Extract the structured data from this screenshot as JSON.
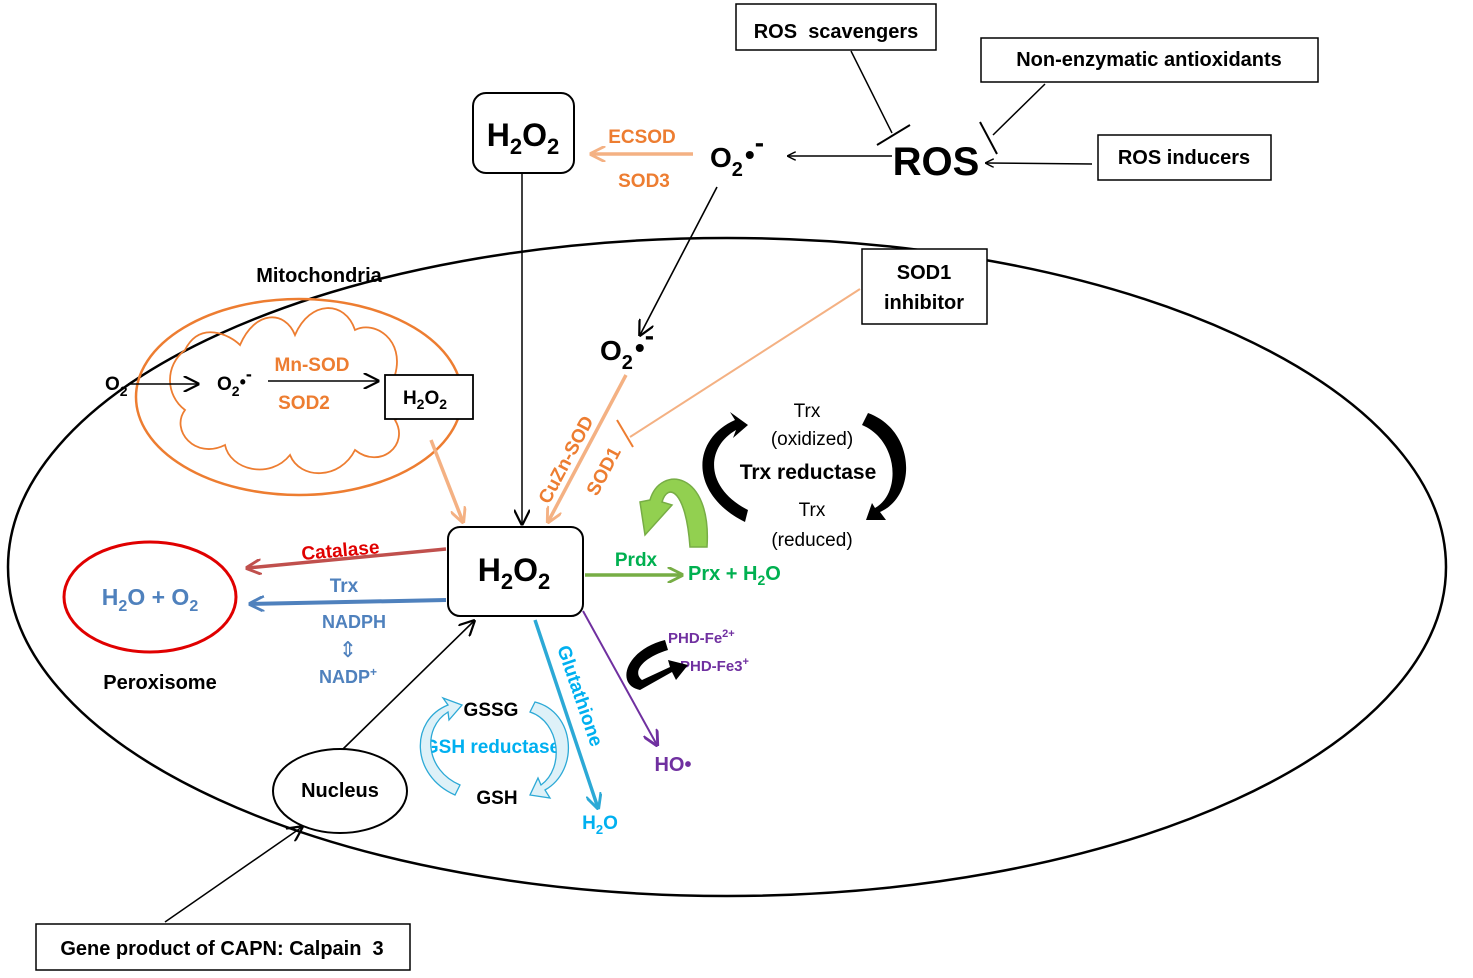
{
  "colors": {
    "black": "#000000",
    "orange": "#ED7D31",
    "orange_light": "#F4B183",
    "catalase_red": "#C0504D",
    "peroxisome_red": "#E00000",
    "blue": "#4F81BD",
    "green": "#00B050",
    "green_arrow": "#77AD45",
    "green_curve": "#92D050",
    "purple": "#7030A0",
    "cyan": "#00B0F0",
    "cyan_light": "#9BD7EC"
  },
  "labels": {
    "ros_scavengers": "ROS  scavengers",
    "non_enzymatic": "Non-enzymatic antioxidants",
    "ros_inducers": "ROS inducers",
    "ros": "ROS",
    "superoxide_main": "O",
    "superoxide_sub": "2",
    "superoxide_radical": "•",
    "superoxide_charge": "-",
    "h2o2_h": "H",
    "h2o2_2a": "2",
    "h2o2_o": "O",
    "h2o2_2b": "2",
    "ecsod": "ECSOD",
    "sod3": "SOD3",
    "sod1_inhibitor_line1": "SOD1",
    "sod1_inhibitor_line2": "inhibitor",
    "mitochondria": "Mitochondria",
    "mn_sod": "Mn-SOD",
    "sod2": "SOD2",
    "cuzn_sod": "CuZn-SOD",
    "sod1": "SOD1",
    "trx_top": "Trx",
    "oxidized": "(oxidized)",
    "trx_reductase": "Trx reductase",
    "trx_bottom": "Trx",
    "reduced": "(reduced)",
    "prdx": "Prdx",
    "prx_h2o_prefix": "Prx + H",
    "prx_h2o_sub": "2",
    "prx_h2o_suffix": "O",
    "catalase": "Catalase",
    "trx_blue": "Trx",
    "nadph": "NADPH",
    "updown": "⇕",
    "nadp": "NADP",
    "nadp_plus": "+",
    "peroxisome_h2o": "H",
    "peroxisome_2a": "2",
    "peroxisome_plus": "O + O",
    "peroxisome_2b": "2",
    "peroxisome": "Peroxisome",
    "phd_fe2": "PHD-Fe",
    "phd_fe2_sup": "2+",
    "phd_fe3": "PHD-Fe3",
    "phd_fe3_sup": "+",
    "ho_radical": "HO•",
    "glutathione": "Glutathione",
    "gssg": "GSSG",
    "gsh_reductase": "GSH reductase",
    "gsh": "GSH",
    "water_h": "H",
    "water_2": "2",
    "water_o": "O",
    "nucleus": "Nucleus",
    "gene_product": "Gene product of CAPN: Calpain  3"
  }
}
